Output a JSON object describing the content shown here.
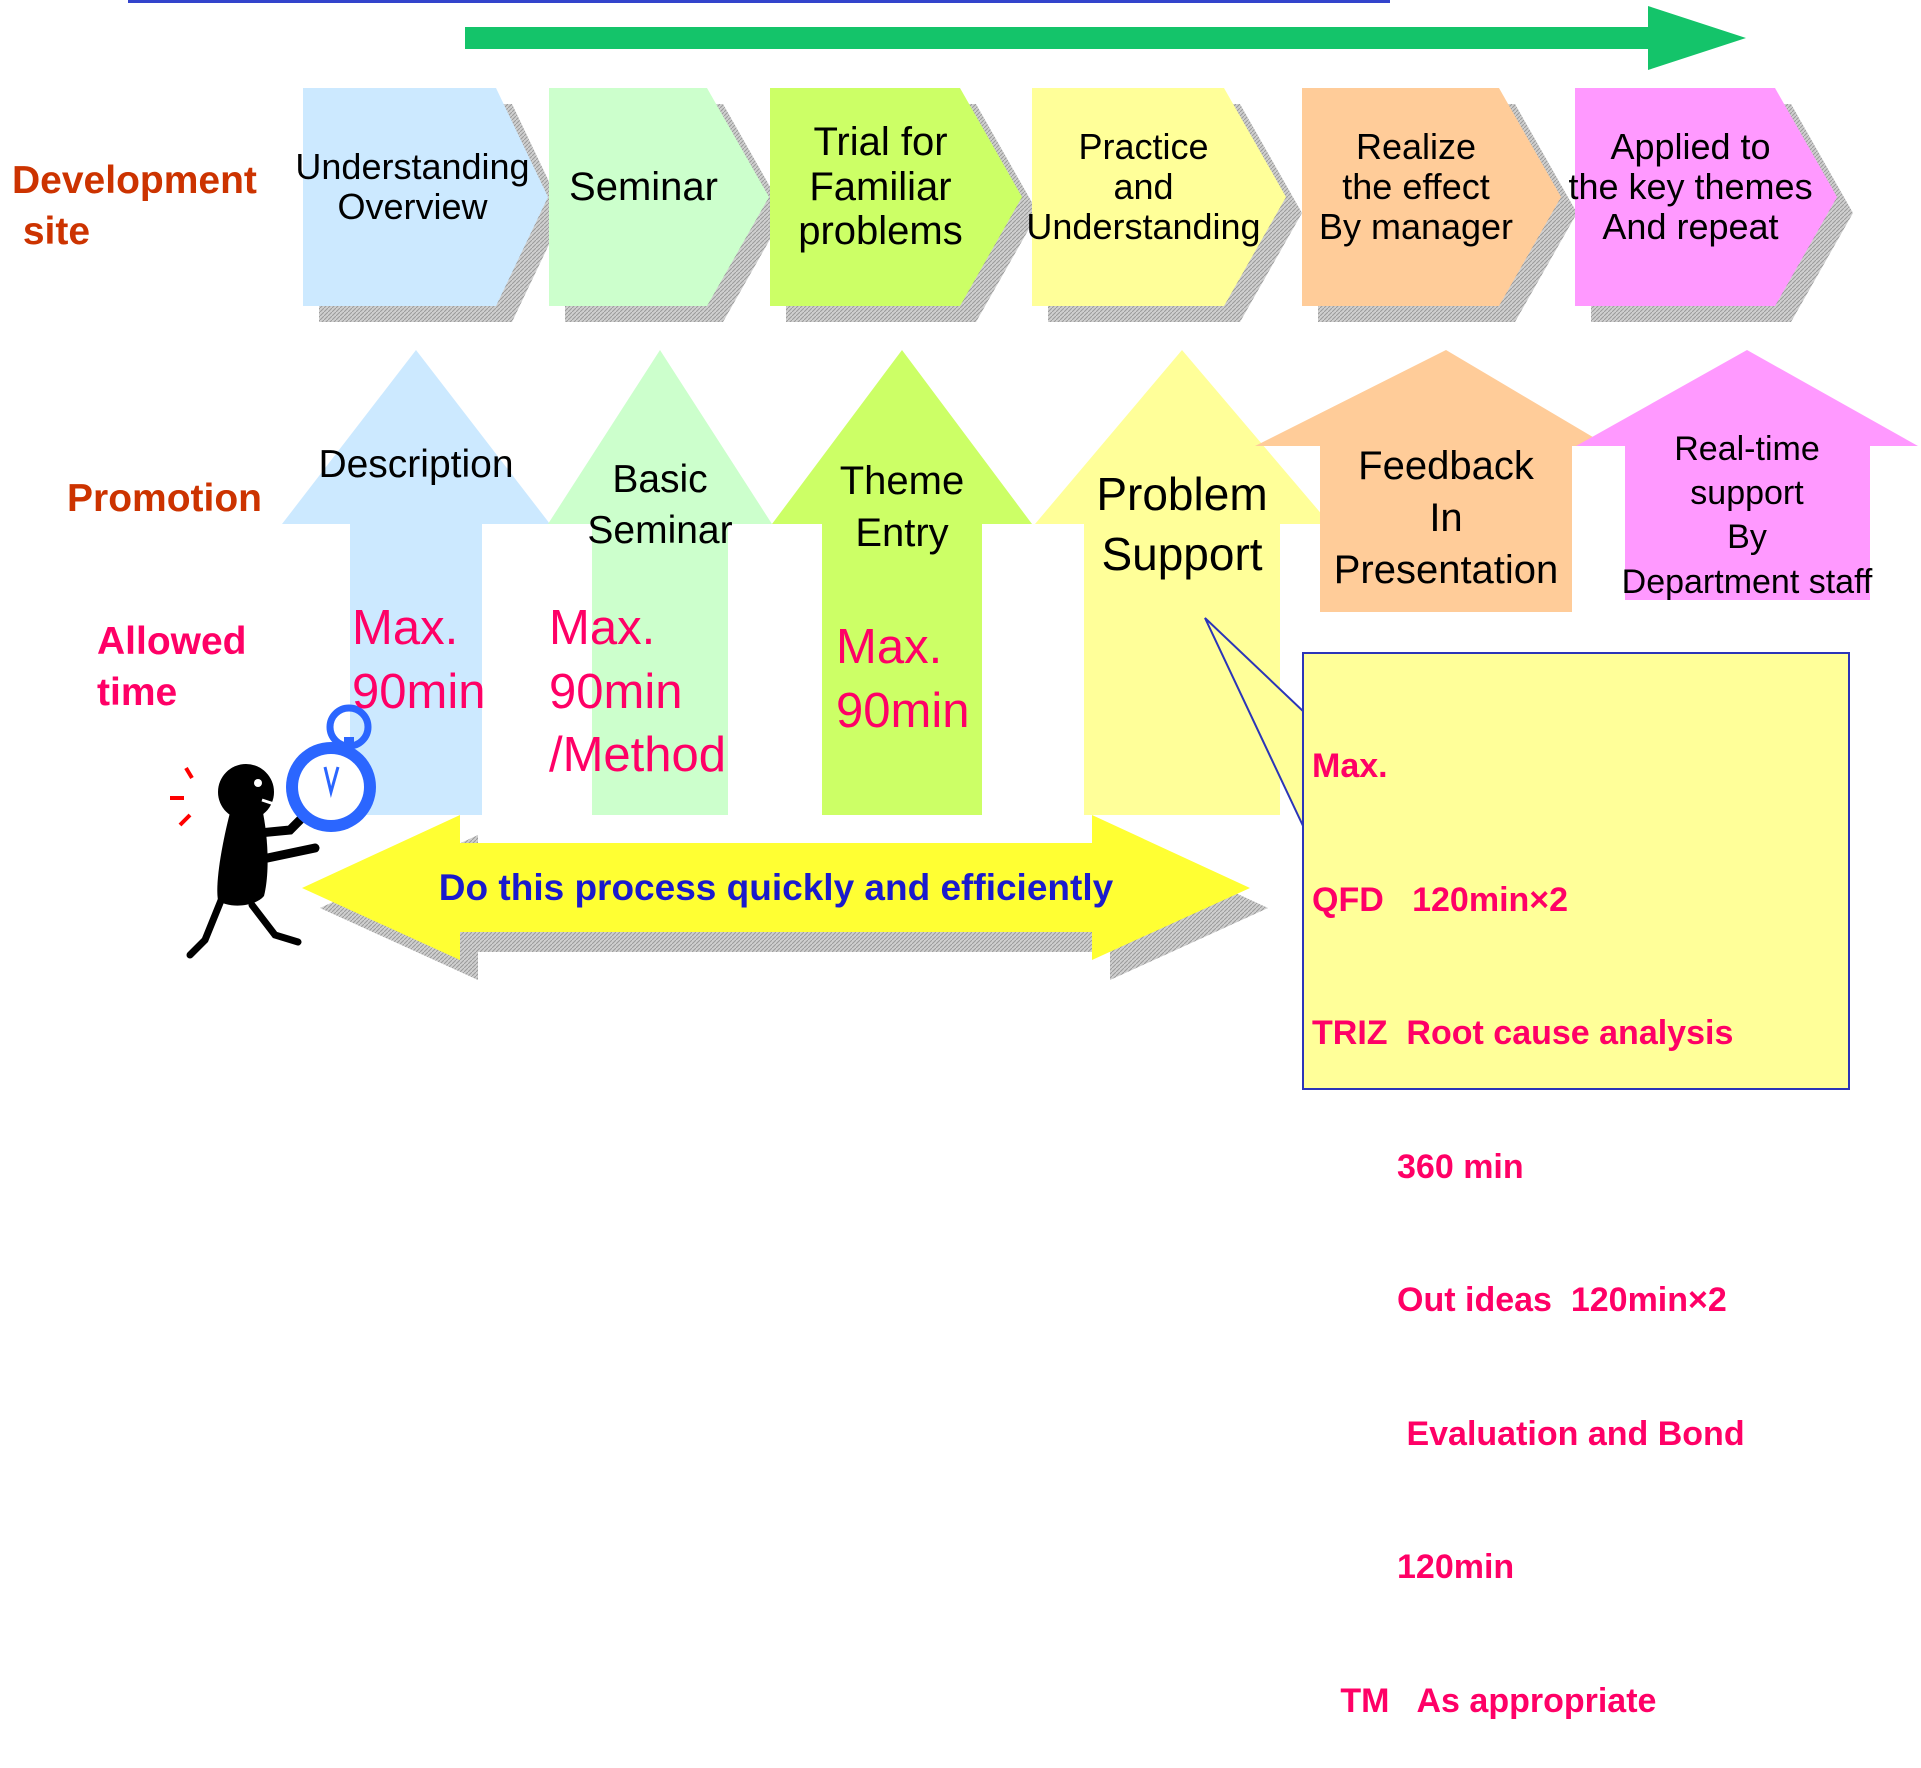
{
  "colors": {
    "blue": "#cce9ff",
    "mint": "#ccffcc",
    "lime": "#ccff66",
    "yellow": "#ffff99",
    "peach": "#ffcc99",
    "pink": "#ff99ff",
    "timeline_arrow": "#14c46a",
    "row_label": "#cc3300",
    "time_text": "#ff0066",
    "banner_text": "#1a1acc"
  },
  "row_labels": {
    "development": [
      "Development",
      " site"
    ],
    "promotion": "Promotion",
    "allowed_time": [
      "Allowed",
      "time"
    ]
  },
  "development_steps": [
    {
      "lines": [
        "Understanding",
        "Overview"
      ],
      "color": "blue"
    },
    {
      "lines": [
        "Seminar"
      ],
      "color": "mint"
    },
    {
      "lines": [
        "Trial for",
        "Familiar",
        "problems"
      ],
      "color": "lime"
    },
    {
      "lines": [
        "Practice",
        "and",
        "Understanding"
      ],
      "color": "yellow"
    },
    {
      "lines": [
        "Realize",
        "the effect",
        "By manager"
      ],
      "color": "peach"
    },
    {
      "lines": [
        "Applied to",
        "the key themes",
        "And repeat"
      ],
      "color": "pink"
    }
  ],
  "promotion_items": [
    {
      "lines": [
        "Description"
      ],
      "color": "blue"
    },
    {
      "lines": [
        "Basic",
        "Seminar"
      ],
      "color": "mint"
    },
    {
      "lines": [
        "Theme",
        "Entry"
      ],
      "color": "lime"
    },
    {
      "lines": [
        "Problem",
        "Support"
      ],
      "color": "yellow"
    },
    {
      "lines": [
        "Feedback",
        "In",
        "Presentation"
      ],
      "color": "peach"
    },
    {
      "lines": [
        "Real-time",
        "support",
        "By",
        "Department staff"
      ],
      "color": "pink"
    }
  ],
  "allowed_times": [
    {
      "lines": [
        "Max.",
        "90min"
      ]
    },
    {
      "lines": [
        "Max.",
        "90min",
        "/Method"
      ]
    },
    {
      "lines": [
        "Max.",
        "90min"
      ]
    }
  ],
  "banner": "Do this process quickly and efficiently",
  "callout": [
    "Max.",
    "QFD   120min×2",
    "TRIZ  Root cause analysis",
    "         360 min",
    "         Out ideas  120min×2",
    "          Evaluation and Bond",
    "         120min",
    "   TM   As appropriate"
  ],
  "icons": {
    "figure": "person-with-stopwatch-icon"
  }
}
